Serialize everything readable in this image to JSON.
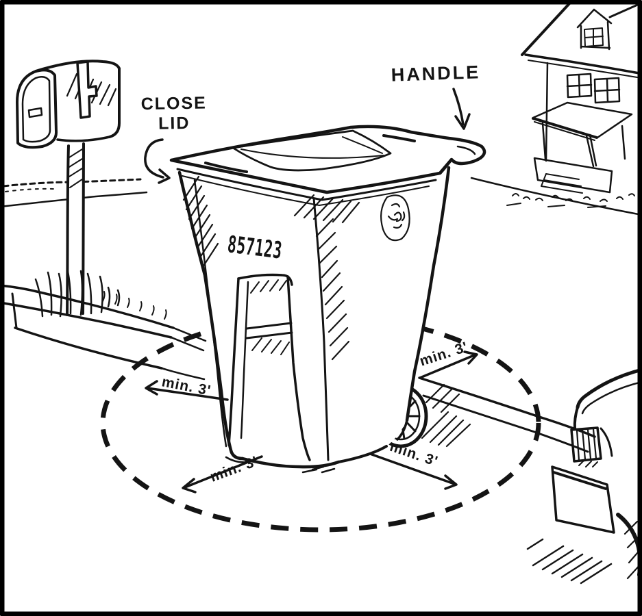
{
  "illustration": {
    "ink_color": "#141414",
    "paper_color": "#ffffff",
    "labels": {
      "handle": "HANDLE",
      "close_lid_line1": "CLOSE",
      "close_lid_line2": "LID"
    },
    "clearances": {
      "left": "min. 3'",
      "upper_right": "min. 3'",
      "lower_left": "min. 3'",
      "lower_right": "min. 3'"
    },
    "cart": {
      "serial_number": "857123"
    }
  }
}
